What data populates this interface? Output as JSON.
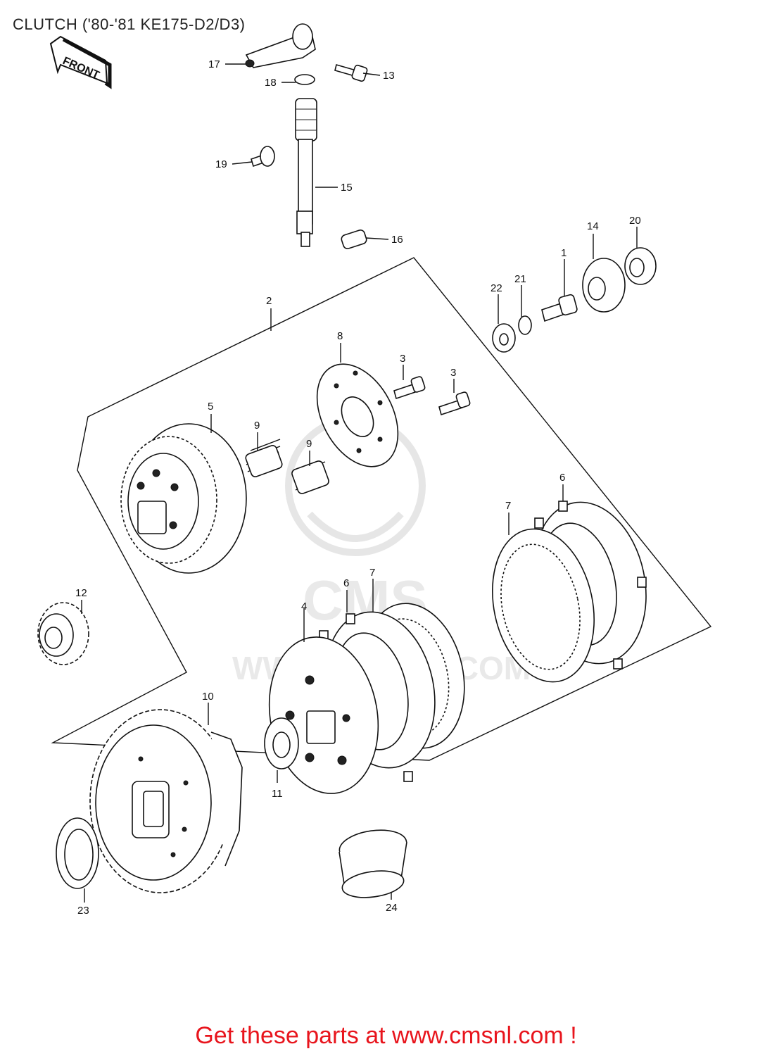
{
  "title": "CLUTCH ('80-'81 KE175-D2/D3)",
  "front_label": "FRONT",
  "watermark": {
    "logo": "CMS",
    "url": "WWW.CMSNL.COM"
  },
  "footer": "Get these parts at www.cmsnl.com !",
  "colors": {
    "footer": "#e8141c",
    "line": "#111111",
    "watermark": "#e6e6e6"
  },
  "callouts": {
    "c1": "1",
    "c2": "2",
    "c3a": "3",
    "c3b": "3",
    "c4": "4",
    "c5": "5",
    "c6a": "6",
    "c6b": "6",
    "c7a": "7",
    "c7b": "7",
    "c8": "8",
    "c9a": "9",
    "c9b": "9",
    "c10": "10",
    "c11": "11",
    "c12": "12",
    "c13": "13",
    "c14": "14",
    "c15": "15",
    "c16": "16",
    "c17": "17",
    "c18": "18",
    "c19": "19",
    "c20": "20",
    "c21": "21",
    "c22": "22",
    "c23": "23",
    "c24": "24"
  }
}
